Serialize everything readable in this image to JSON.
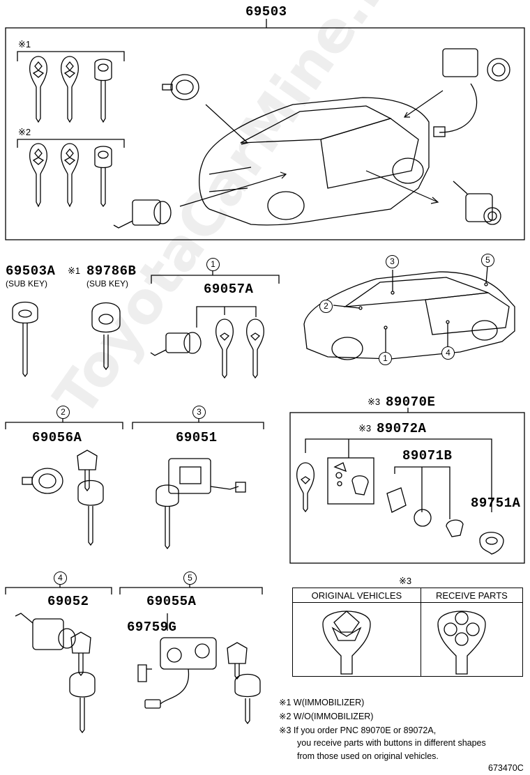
{
  "main_part": "69503",
  "top_group": {
    "mark1": "※1",
    "mark2": "※2"
  },
  "parts": {
    "p69503A": "69503A",
    "p69503A_sub": "(SUB KEY)",
    "p89786B_mark": "※1",
    "p89786B": "89786B",
    "p89786B_sub": "(SUB KEY)",
    "p69057A": "69057A",
    "p69056A": "69056A",
    "p69051": "69051",
    "p89070E_mark": "※3",
    "p89070E": "89070E",
    "p89072A_mark": "※3",
    "p89072A": "89072A",
    "p89071B": "89071B",
    "p89751A": "89751A",
    "p69052": "69052",
    "p69055A": "69055A",
    "p69759G": "69759G"
  },
  "callouts": {
    "c1": "1",
    "c2": "2",
    "c3": "3",
    "c4": "4",
    "c5": "5"
  },
  "comparison": {
    "mark": "※3",
    "col_original": "ORIGINAL VEHICLES",
    "col_receive": "RECEIVE PARTS"
  },
  "notes": {
    "n1": "※1 W(IMMOBILIZER)",
    "n2": "※2 W/O(IMMOBILIZER)",
    "n3": "※3  If you order PNC 89070E or 89072A,",
    "n3b": "you receive parts with buttons in different shapes",
    "n3c": "from those used on original vehicles."
  },
  "figure_code": "673470C",
  "watermark": "ToyotaCarMine.ru"
}
